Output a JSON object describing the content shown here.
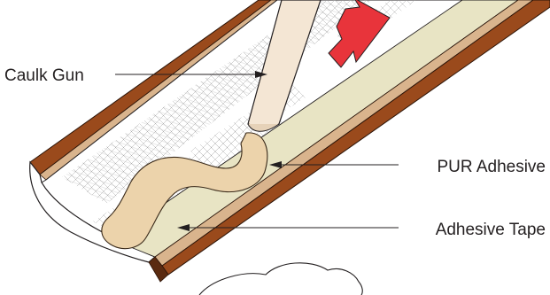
{
  "labels": {
    "caulk_gun": "Caulk Gun",
    "pur_adhesive": "PUR Adhesive",
    "adhesive_tape": "Adhesive Tape"
  },
  "colors": {
    "gutter_edge": "#9a4a1c",
    "gutter_edge_dark": "#5a2a10",
    "tape": "#e8e4c4",
    "bead": "#ecd3ab",
    "gun": "#f4e6d4",
    "arrow": "#e8343b",
    "mesh": "#9a9a9a"
  },
  "icons": {
    "direction": "direction-arrow-icon"
  }
}
